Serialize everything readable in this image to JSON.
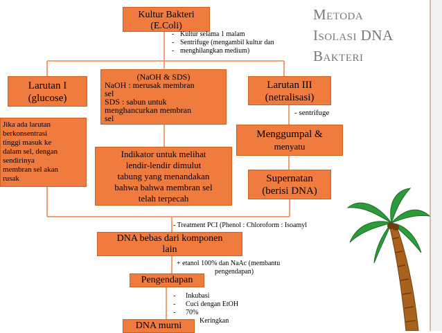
{
  "title": {
    "line1": "Metoda",
    "line2": "Isolasi DNA",
    "line3": "Bakteri"
  },
  "boxes": {
    "kultur": {
      "line1": "Kultur Bakteri",
      "line2": "(E.Coli)"
    },
    "larutan1": {
      "line1": "Larutan I",
      "line2": "(glucose)"
    },
    "larutan2": {
      "line1": "(NaOH & SDS)",
      "line2": "NaOH : merusak membran",
      "line3": "sel",
      "line4": "SDS : sabun untuk",
      "line5": "menghancurkan membran",
      "line6": "sel"
    },
    "larutan3": {
      "line1": "Larutan III",
      "line2": "(netralisasi)"
    },
    "jika": {
      "line1": "Jika ada larutan",
      "line2": "berkonsentrasi",
      "line3": "tinggi masuk ke",
      "line4": "dalam sel, dengan",
      "line5": "sendirinya",
      "line6": "membran sel akan",
      "line7": "rusak"
    },
    "indikator": {
      "line1": "Indikator untuk melihat",
      "line2": "lendir-lendir dimulut",
      "line3": "tabung yang menandakan",
      "line4": "bahwa bahwa membran sel",
      "line5": "telah terpecah"
    },
    "menggumpal": {
      "line1": "Menggumpal &",
      "line2": "menyatu"
    },
    "supernatan": {
      "line1": "Supernatan",
      "line2": "(berisi DNA)"
    },
    "dnabebas": {
      "line1": "DNA bebas dari komponen",
      "line2": "lain"
    },
    "pengendapan": {
      "label": "Pengendapan"
    },
    "dnamurni": {
      "label": "DNA murni"
    }
  },
  "notes": {
    "kultur_steps": [
      "Kultur selama 1 malam",
      "Sentrifuge (mengambil kultur dan",
      "menghilangkan medium)"
    ],
    "sentrifuge": "- sentrifuge",
    "treatment": "- Treatment PCI (Phenol : Chloroform : Isoamyl",
    "etanol_line1": "+ etanol 100% dan NaAc (membantu",
    "etanol_line2": "pengendapan)",
    "final_steps": [
      "Inkubasi",
      "Cuci dengan EtOH",
      "70%",
      "Keringkan"
    ]
  },
  "colors": {
    "box": "#f07b3f",
    "box_border": "#c9611f",
    "line": "#f0a070",
    "title": "#777777",
    "palm_trunk": "#a8621c",
    "palm_leaf": "#2e9a3a"
  }
}
